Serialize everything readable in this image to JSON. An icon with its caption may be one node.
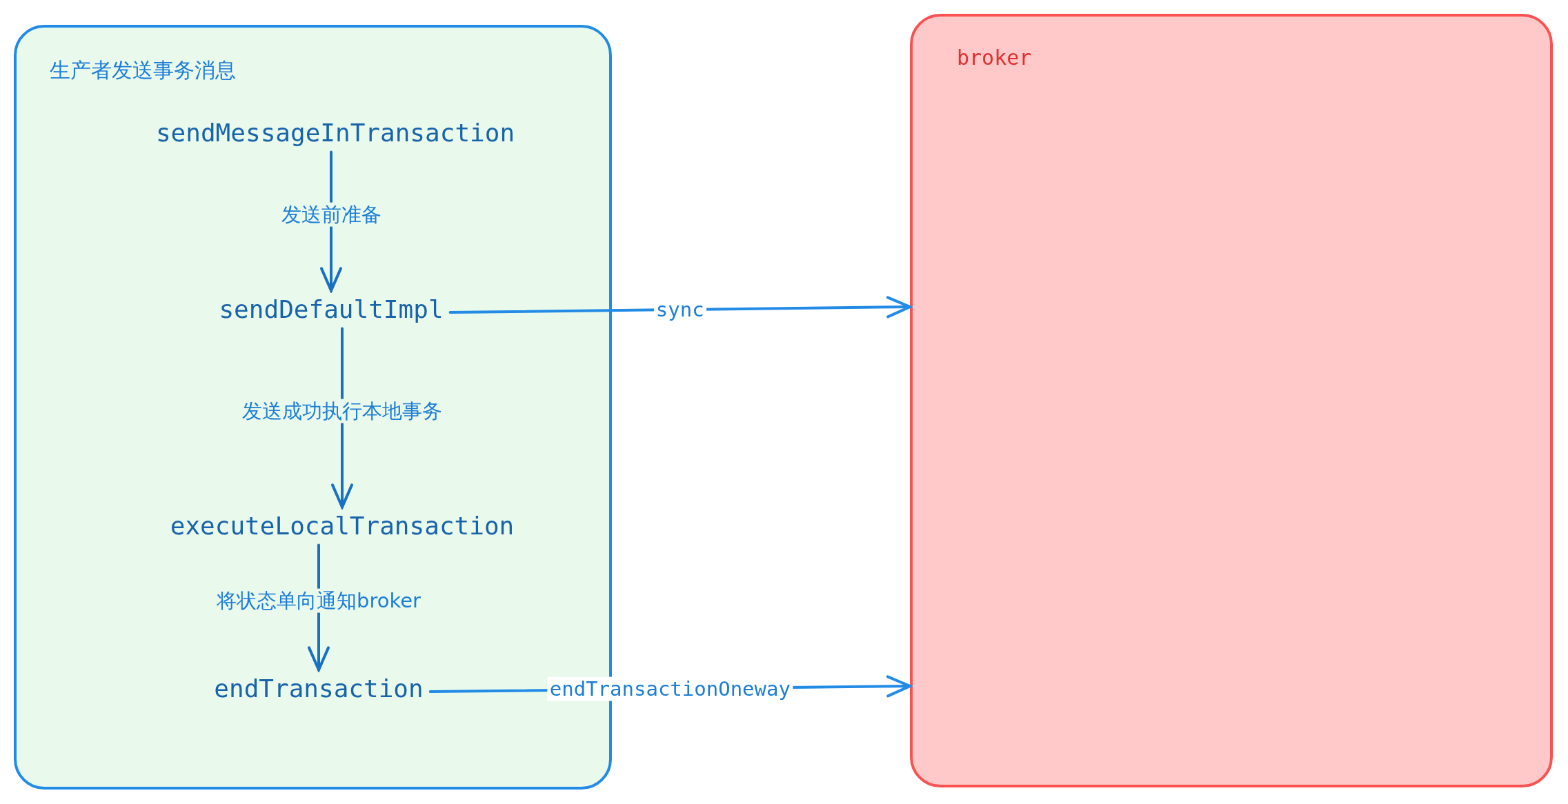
{
  "diagram": {
    "nodes": [
      {
        "text": [
          "生产者发送事务消息"
        ]
      },
      {
        "text": [
          "broker"
        ]
      },
      {
        "text": [
          "sendMessageInTransaction"
        ],
        "in": 0
      },
      {
        "text": [
          "sendDefaultImpl"
        ],
        "in": 0
      },
      {
        "text": [
          "executeLocalTransaction"
        ],
        "in": 0
      },
      {
        "text": [
          "endTransaction"
        ],
        "in": 0
      }
    ],
    "edges": [
      {
        "from": 2,
        "to": 3,
        "arrow": "to",
        "label": "发送前准备"
      },
      {
        "from": 3,
        "to": 4,
        "arrow": "to",
        "label": "发送成功执行本地事务"
      },
      {
        "from": 4,
        "to": 5,
        "arrow": "to",
        "label": "将状态单向通知broker"
      },
      {
        "from": 3,
        "to": 1,
        "arrow": "to",
        "label": "sync"
      },
      {
        "from": 5,
        "to": 1,
        "arrow": "to",
        "label": "endTransactionOneway"
      }
    ]
  }
}
